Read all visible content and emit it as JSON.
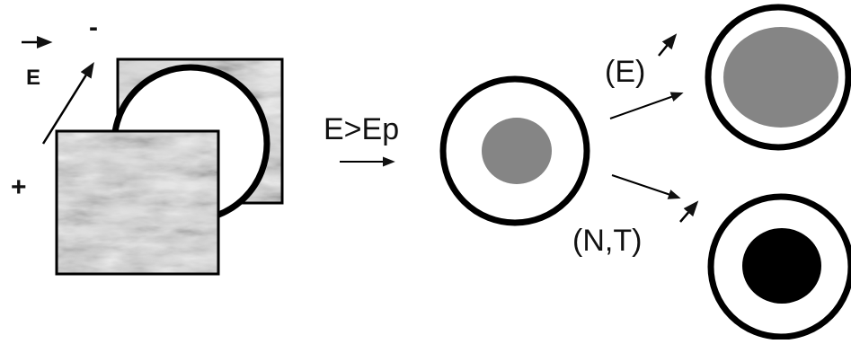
{
  "labels": {
    "field_vector": "E",
    "minus_sign": "-",
    "plus_sign": "+",
    "condition": "E>Ep",
    "branch_upper": "(E)",
    "branch_lower": "(N,T)"
  },
  "colors": {
    "stroke": "#000000",
    "grain_gray": "#858585",
    "texture_base": "#d6d6d6",
    "texture_light": "#ededed",
    "texture_dark": "#a9a9a9"
  },
  "icons": {
    "field_arrow": "arrow-up-right-icon",
    "vector_mark": "arrow-right-icon",
    "process_arrow": "arrow-right-icon"
  }
}
